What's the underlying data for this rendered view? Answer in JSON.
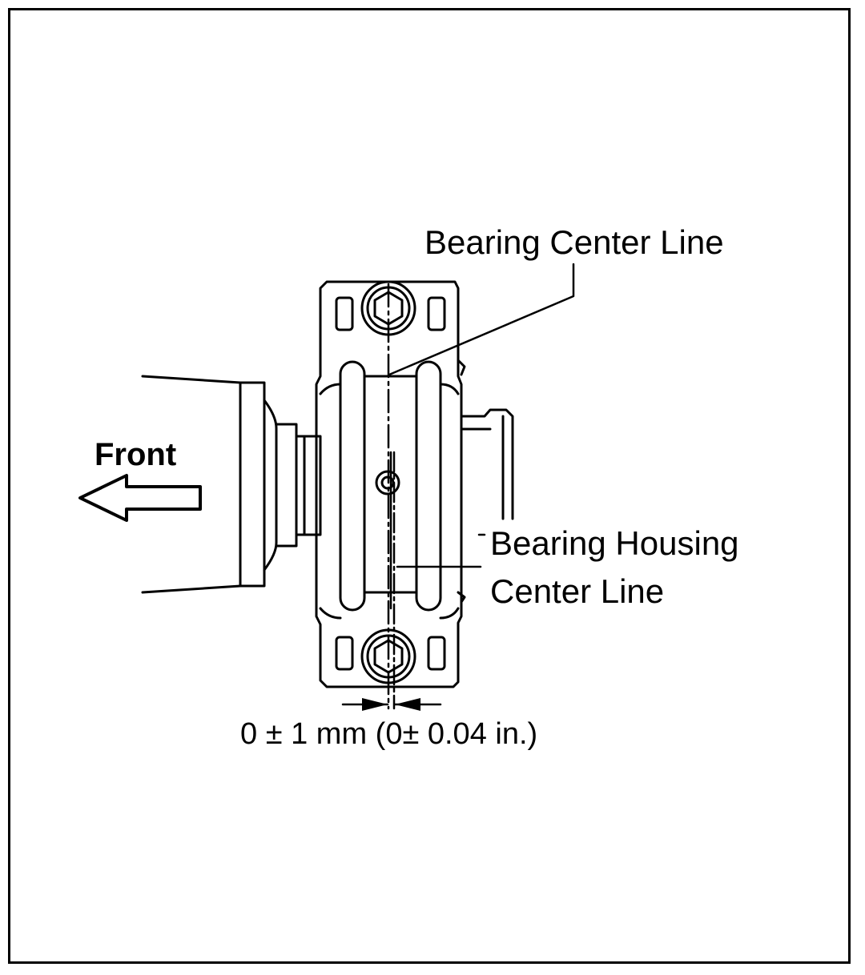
{
  "labels": {
    "bearing_center_line": "Bearing Center Line",
    "bearing_housing_line1": "Bearing Housing",
    "bearing_housing_line2": "Center Line",
    "front": "Front",
    "tolerance": "0 ± 1 mm  (0± 0.04 in.)"
  },
  "icons": {
    "direction_arrow": "arrow-left-icon",
    "bolt": "hex-socket-bolt-icon"
  },
  "colors": {
    "line": "#000000",
    "background": "#ffffff"
  }
}
